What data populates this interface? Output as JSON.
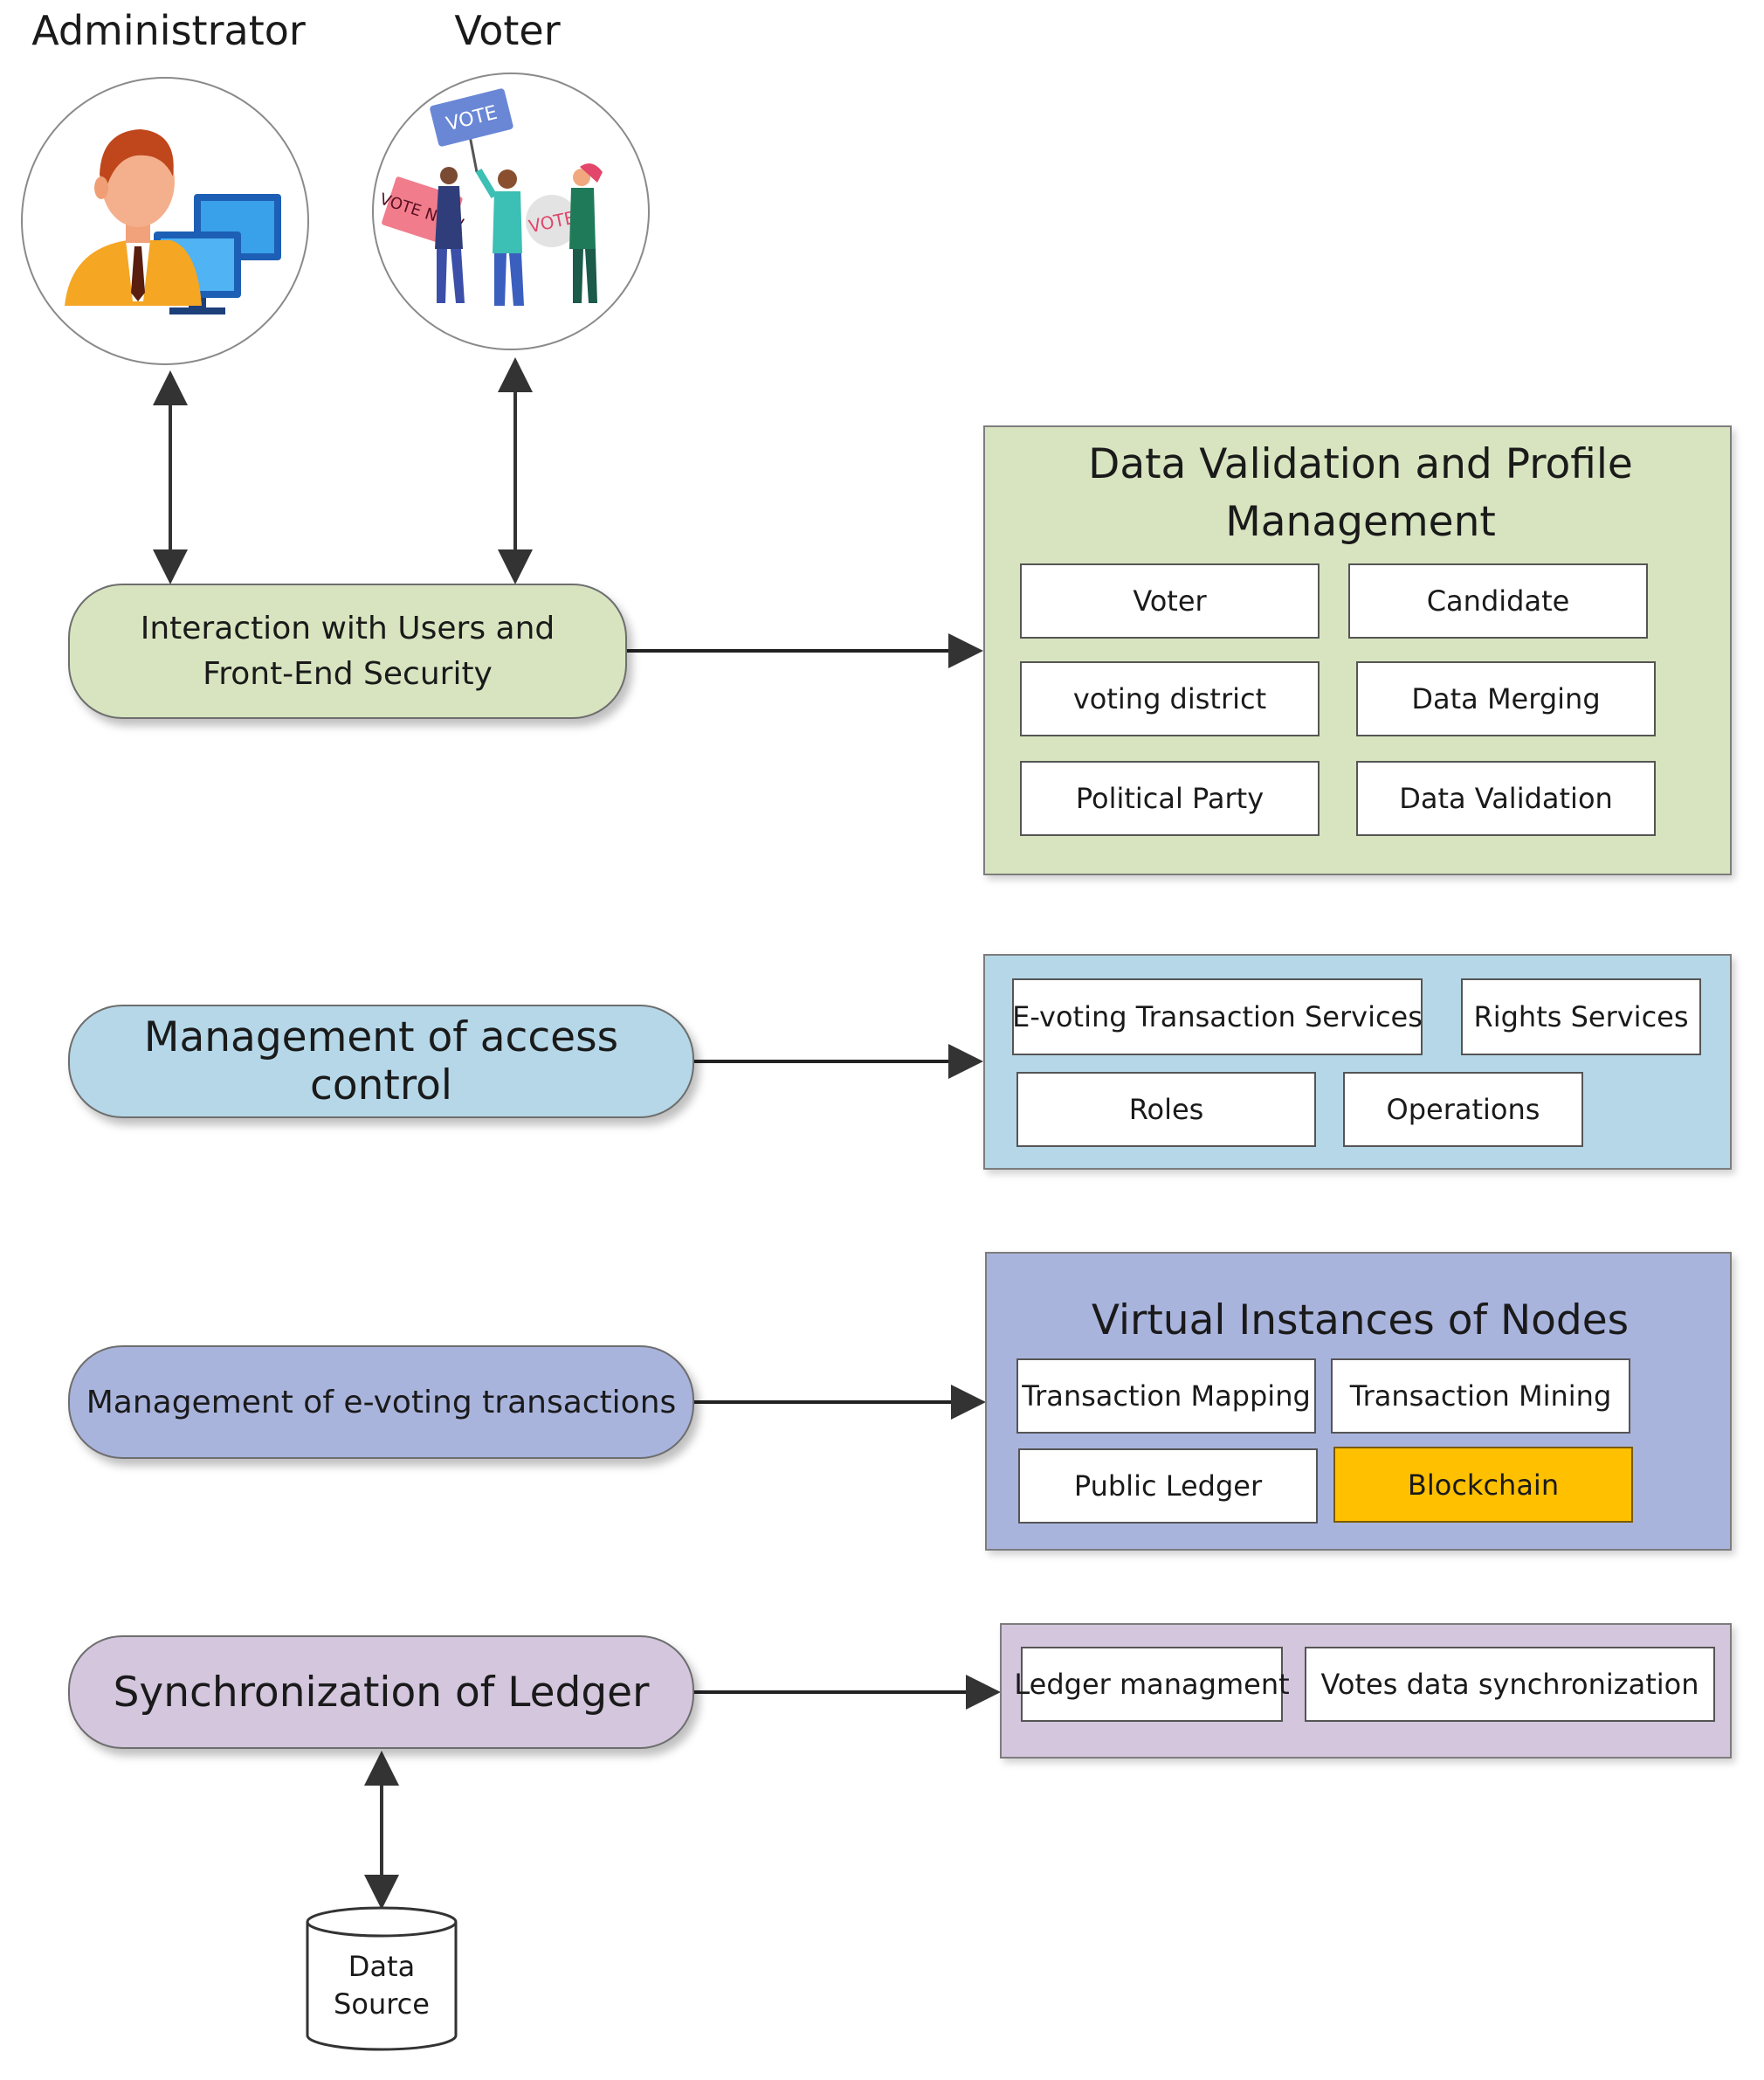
{
  "actors": {
    "administrator": {
      "label": "Administrator"
    },
    "voter": {
      "label": "Voter",
      "signs": [
        "VOTE",
        "VOTE NOW",
        "VOTE"
      ]
    }
  },
  "layers": [
    {
      "label": "Interaction with Users and Front-End Security",
      "panel_title": "Data Validation and Profile Management",
      "items": [
        "Voter",
        "Candidate",
        "voting district",
        "Data Merging",
        "Political Party",
        "Data Validation"
      ]
    },
    {
      "label": "Management of access control",
      "items": [
        "E-voting Transaction Services",
        "Rights Services",
        "Roles",
        "Operations"
      ]
    },
    {
      "label": "Management of e-voting transactions",
      "panel_title": "Virtual Instances of Nodes",
      "items": [
        "Transaction Mapping",
        "Transaction Mining",
        "Public Ledger",
        "Blockchain"
      ]
    },
    {
      "label": "Synchronization of Ledger",
      "items": [
        "Ledger managment",
        "Votes data synchronization"
      ]
    }
  ],
  "data_source": {
    "line1": "Data",
    "line2": "Source"
  },
  "colors": {
    "green_fill": "#d7e4bf",
    "blue_fill": "#b5d7e8",
    "indigo_fill": "#a9b4dd",
    "purple_fill": "#d3c6dd",
    "highlight": "#ffc000",
    "arrow": "#333333"
  }
}
